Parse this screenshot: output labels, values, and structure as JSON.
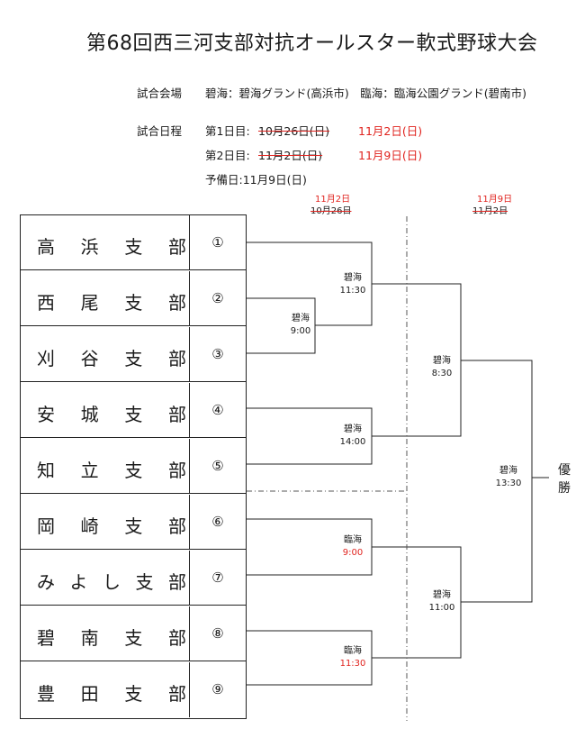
{
  "title": "第68回西三河支部対抗オールスター軟式野球大会",
  "venue": {
    "label": "試合会場",
    "value": "碧海：碧海グランド(高浜市)　臨海：臨海公園グランド(碧南市)"
  },
  "schedule": {
    "label": "試合日程",
    "day1_label": "第1日目:",
    "day1_old": "10月26日(日)",
    "day1_new": "11月2日(日)",
    "day2_label": "第2日目:",
    "day2_old": "11月2日(日)",
    "day2_new": "11月9日(日)",
    "reserve": "予備日:11月9日(日)"
  },
  "bracket_dates": {
    "col1_new": "11月2日",
    "col1_old": "10月26日",
    "col2_new": "11月9日",
    "col2_old": "11月2日"
  },
  "teams": [
    {
      "chars": [
        "高",
        "浜",
        "支",
        "部"
      ],
      "num": "①"
    },
    {
      "chars": [
        "西",
        "尾",
        "支",
        "部"
      ],
      "num": "②"
    },
    {
      "chars": [
        "刈",
        "谷",
        "支",
        "部"
      ],
      "num": "③"
    },
    {
      "chars": [
        "安",
        "城",
        "支",
        "部"
      ],
      "num": "④"
    },
    {
      "chars": [
        "知",
        "立",
        "支",
        "部"
      ],
      "num": "⑤"
    },
    {
      "chars": [
        "岡",
        "崎",
        "支",
        "部"
      ],
      "num": "⑥"
    },
    {
      "chars": [
        "み",
        "よ",
        "し",
        "支",
        "部"
      ],
      "num": "⑦"
    },
    {
      "chars": [
        "碧",
        "南",
        "支",
        "部"
      ],
      "num": "⑧"
    },
    {
      "chars": [
        "豊",
        "田",
        "支",
        "部"
      ],
      "num": "⑨"
    }
  ],
  "matches": {
    "m23": {
      "venue": "碧海",
      "time": "9:00"
    },
    "m123": {
      "venue": "碧海",
      "time": "11:30"
    },
    "m45": {
      "venue": "碧海",
      "time": "14:00"
    },
    "m67": {
      "venue": "臨海",
      "time": "9:00"
    },
    "m89": {
      "venue": "臨海",
      "time": "11:30"
    },
    "semi1": {
      "venue": "碧海",
      "time": "8:30"
    },
    "semi2": {
      "venue": "碧海",
      "time": "11:00"
    },
    "final": {
      "venue": "碧海",
      "time": "13:30"
    }
  },
  "champion": "優勝",
  "colors": {
    "accent_red": "#e0231e",
    "line": "#222222"
  }
}
